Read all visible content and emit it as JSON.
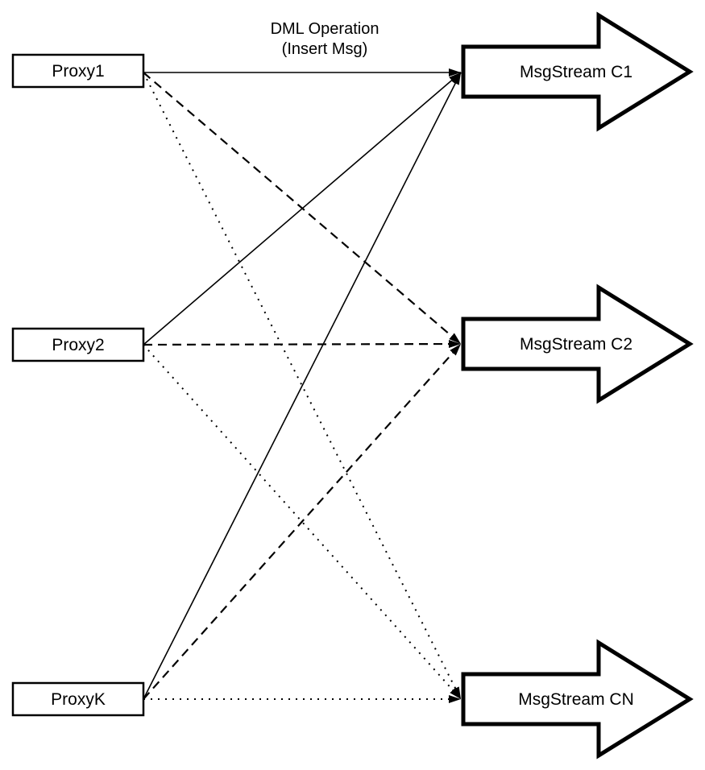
{
  "diagram": {
    "title": {
      "line1": "DML Operation",
      "line2": "(Insert Msg)"
    },
    "proxies": [
      {
        "id": "p1",
        "label": "Proxy1"
      },
      {
        "id": "p2",
        "label": "Proxy2"
      },
      {
        "id": "pk",
        "label": "ProxyK"
      }
    ],
    "streams": [
      {
        "id": "c1",
        "label": "MsgStream C1"
      },
      {
        "id": "c2",
        "label": "MsgStream C2"
      },
      {
        "id": "cn",
        "label": "MsgStream CN"
      }
    ],
    "edges": [
      {
        "from": "p1",
        "to": "c1",
        "style": "solid"
      },
      {
        "from": "p1",
        "to": "c2",
        "style": "dashed"
      },
      {
        "from": "p1",
        "to": "cn",
        "style": "dotted"
      },
      {
        "from": "p2",
        "to": "c1",
        "style": "solid"
      },
      {
        "from": "p2",
        "to": "c2",
        "style": "dashed"
      },
      {
        "from": "p2",
        "to": "cn",
        "style": "dotted"
      },
      {
        "from": "pk",
        "to": "c1",
        "style": "solid"
      },
      {
        "from": "pk",
        "to": "c2",
        "style": "dashed"
      },
      {
        "from": "pk",
        "to": "cn",
        "style": "dotted"
      }
    ],
    "colors": {
      "stroke": "#000000",
      "fill": "#ffffff"
    }
  }
}
